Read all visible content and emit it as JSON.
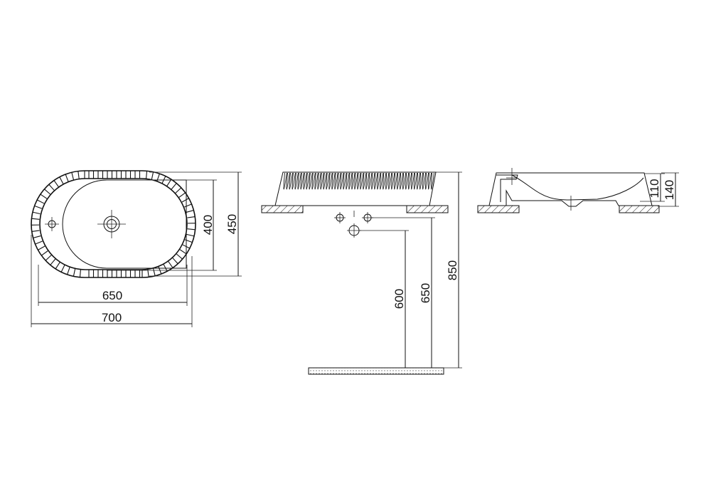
{
  "dimensions": {
    "top_inner_width": "650",
    "top_outer_width": "700",
    "top_inner_depth": "400",
    "top_outer_depth": "450",
    "front_drain_height": "600",
    "front_tap_height": "650",
    "front_total_height": "850",
    "side_inner_height": "110",
    "side_outer_height": "140"
  }
}
